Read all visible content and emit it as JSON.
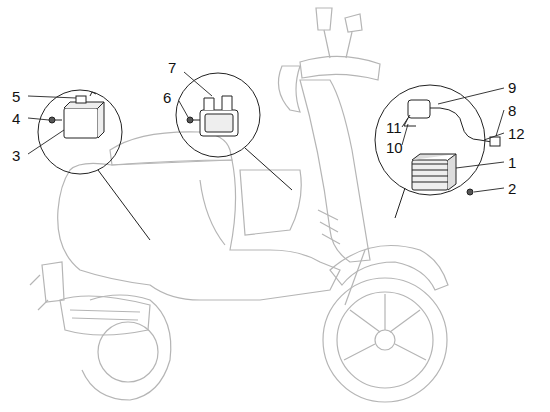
{
  "diagram": {
    "labels": [
      "7",
      "5",
      "6",
      "4",
      "9",
      "8",
      "11",
      "10",
      "12",
      "3",
      "1",
      "2"
    ]
  }
}
